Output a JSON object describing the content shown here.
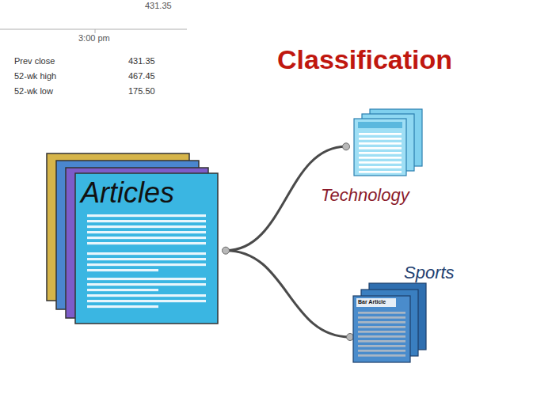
{
  "diagram": {
    "title": "Classification",
    "nodes": [
      {
        "text": [
          "Articles"
        ]
      },
      {
        "text": [
          "Technology"
        ]
      },
      {
        "text": [
          "Sports",
          "Bar Article"
        ]
      }
    ],
    "edges": [
      {
        "from": 0,
        "to": 1,
        "arrow": "none"
      },
      {
        "from": 0,
        "to": 2,
        "arrow": "none"
      }
    ],
    "labels": [
      "431.35",
      "3:00 pm",
      "Prev close",
      "431.35",
      "52-wk high",
      "467.45",
      "52-wk low",
      "175.50"
    ]
  }
}
